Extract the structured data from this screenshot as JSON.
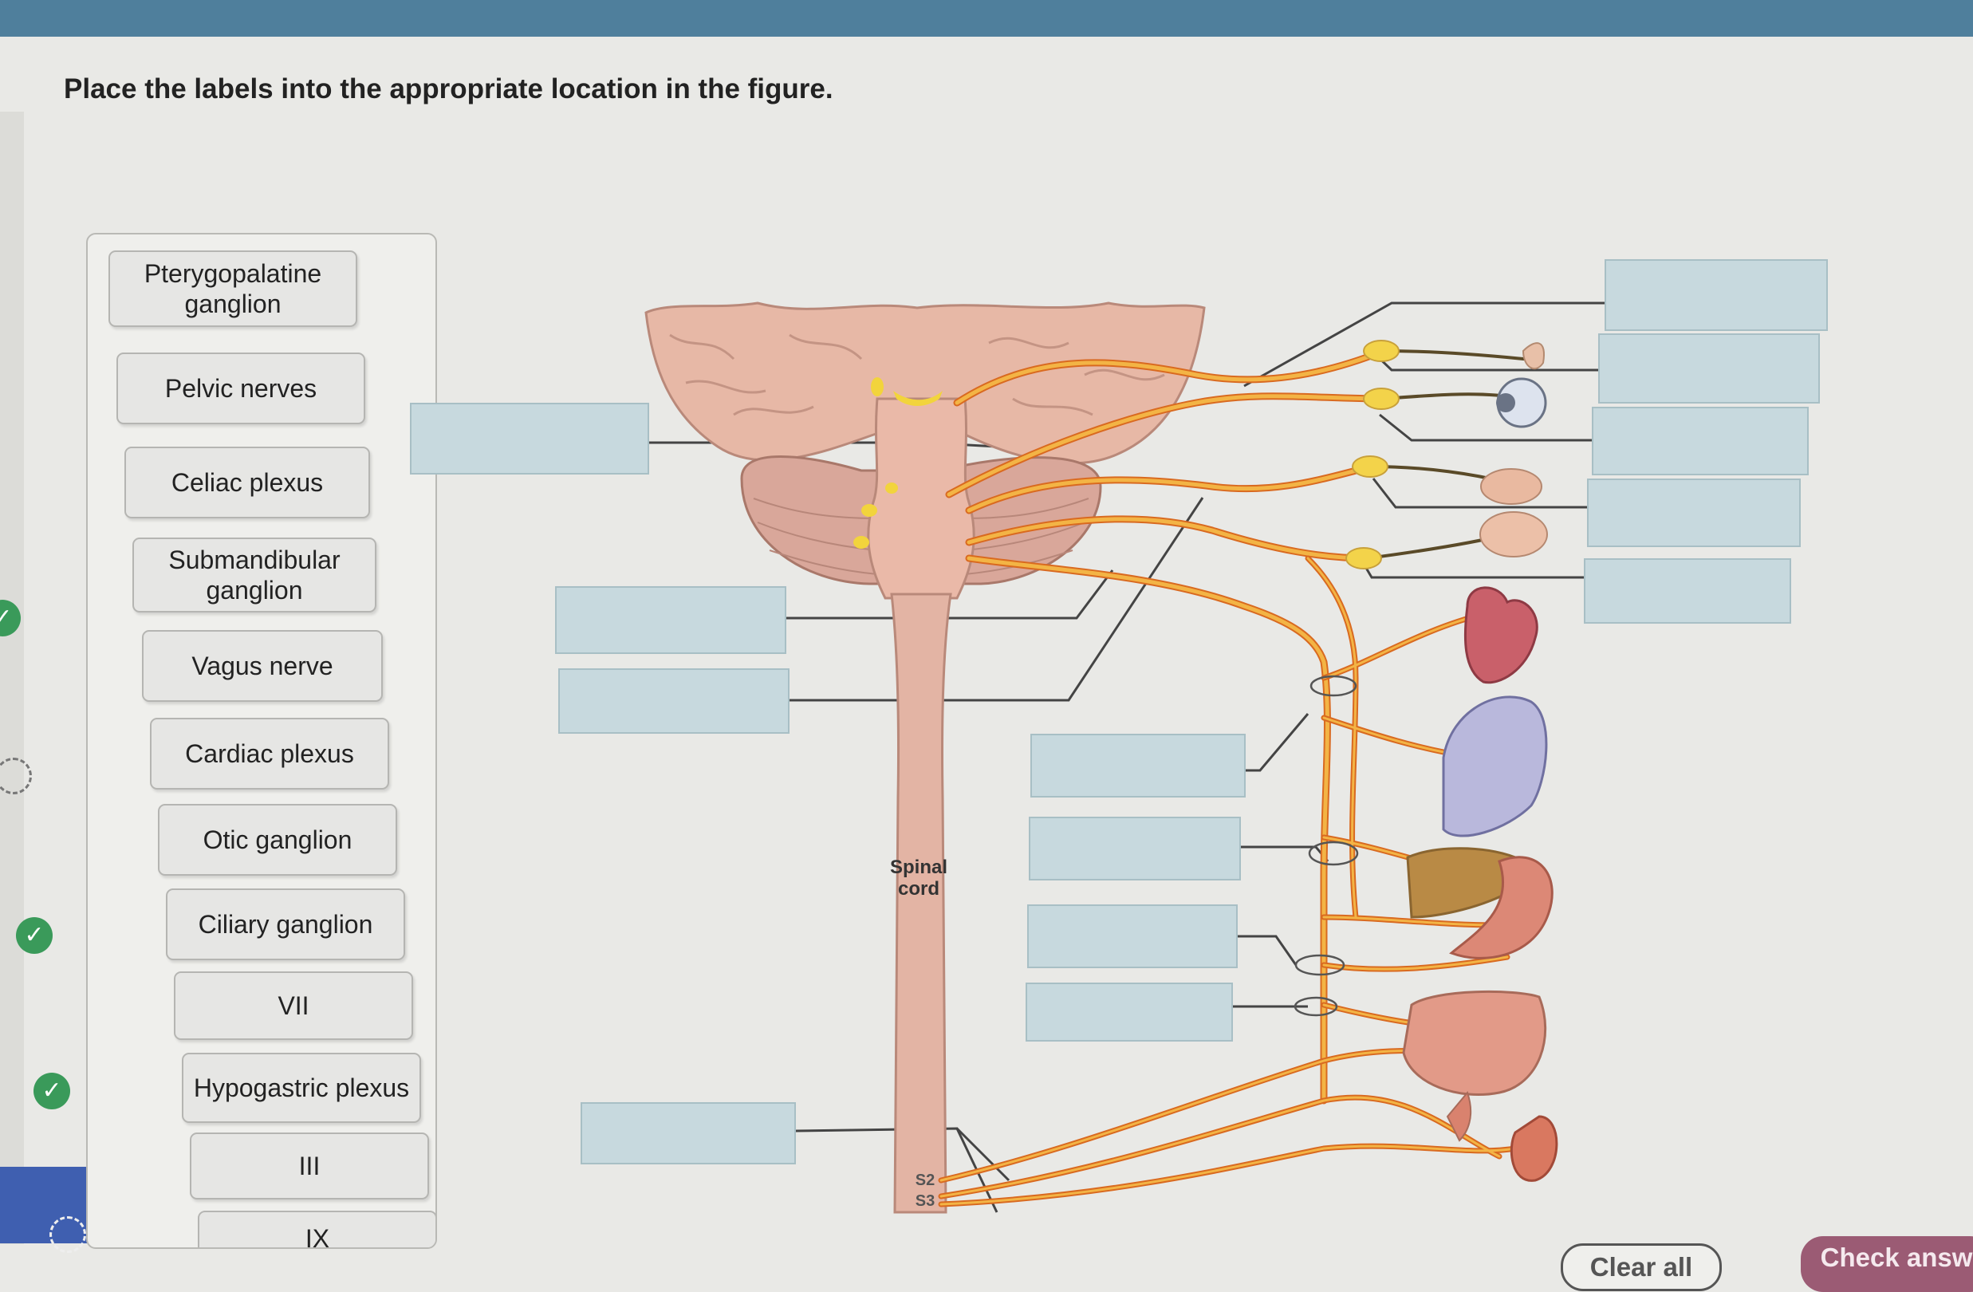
{
  "instruction": "Place the labels into the appropriate location in the figure.",
  "label_bank": [
    "Pterygopalatine ganglion",
    "Pelvic nerves",
    "Celiac plexus",
    "Submandibular ganglion",
    "Vagus nerve",
    "Cardiac plexus",
    "Otic ganglion",
    "Ciliary ganglion",
    "VII",
    "Hypogastric plexus",
    "III",
    "IX"
  ],
  "figure": {
    "spinal_cord_label_line1": "Spinal",
    "spinal_cord_label_line2": "cord",
    "s2_label": "S2",
    "s3_label": "S3"
  },
  "buttons": {
    "clear_all": "Clear all",
    "check_answer": "Check answ"
  },
  "colors": {
    "drop_zone": "#c7d9de",
    "check_button": "#9b5b74",
    "nerve": "#e8a030"
  }
}
